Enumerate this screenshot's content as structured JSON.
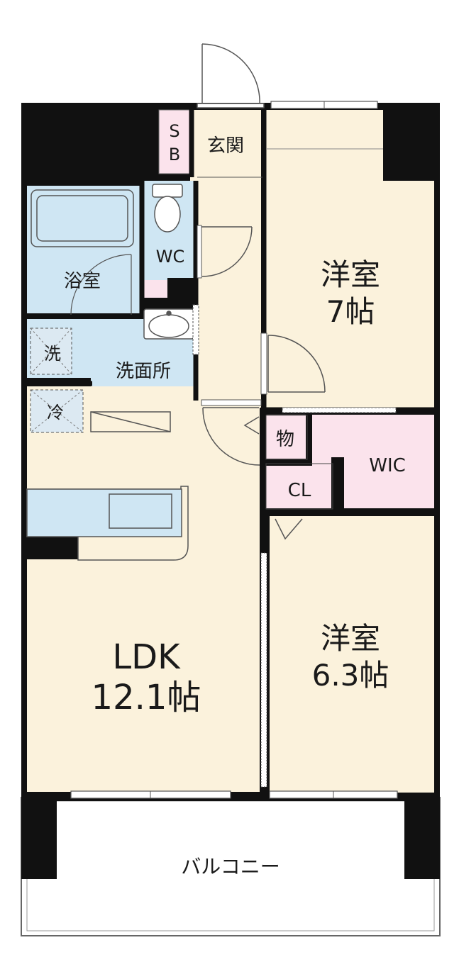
{
  "rooms": {
    "sb_top": "S",
    "sb_bottom": "B",
    "entrance": "玄関",
    "bath": "浴室",
    "wc": "WC",
    "washer": "洗",
    "washroom": "洗面所",
    "fridge": "冷",
    "storage": "物",
    "wic": "WIC",
    "closet": "CL",
    "bedroom1_name": "洋室",
    "bedroom1_size": "7帖",
    "bedroom2_name": "洋室",
    "bedroom2_size": "6.3帖",
    "ldk_name": "LDK",
    "ldk_size": "12.1帖",
    "balcony": "バルコニー"
  },
  "colors": {
    "wall": "#111111",
    "floor": "#fbf2dc",
    "wet_area": "#cfe6f3",
    "storage": "#fbe3ec",
    "outline": "#555555"
  }
}
